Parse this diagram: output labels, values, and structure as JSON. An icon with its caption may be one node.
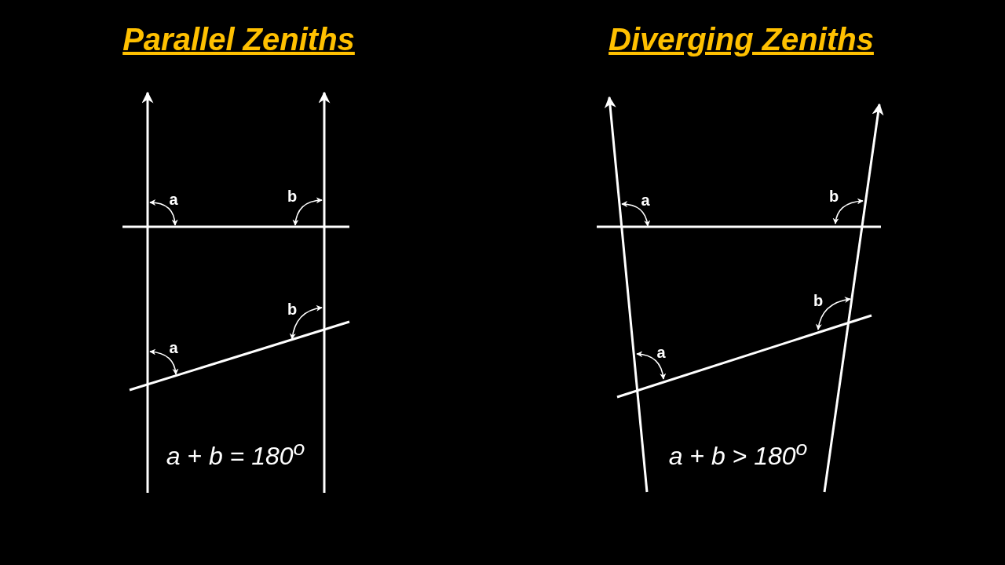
{
  "diagram": {
    "labels": [
      "Parallel Zeniths",
      "a",
      "b",
      "b",
      "a",
      "a + b = 180$^{o}$",
      "Diverging Zeniths",
      "a",
      "b",
      "b",
      "a",
      "a + b > 180$^{o}$"
    ]
  }
}
